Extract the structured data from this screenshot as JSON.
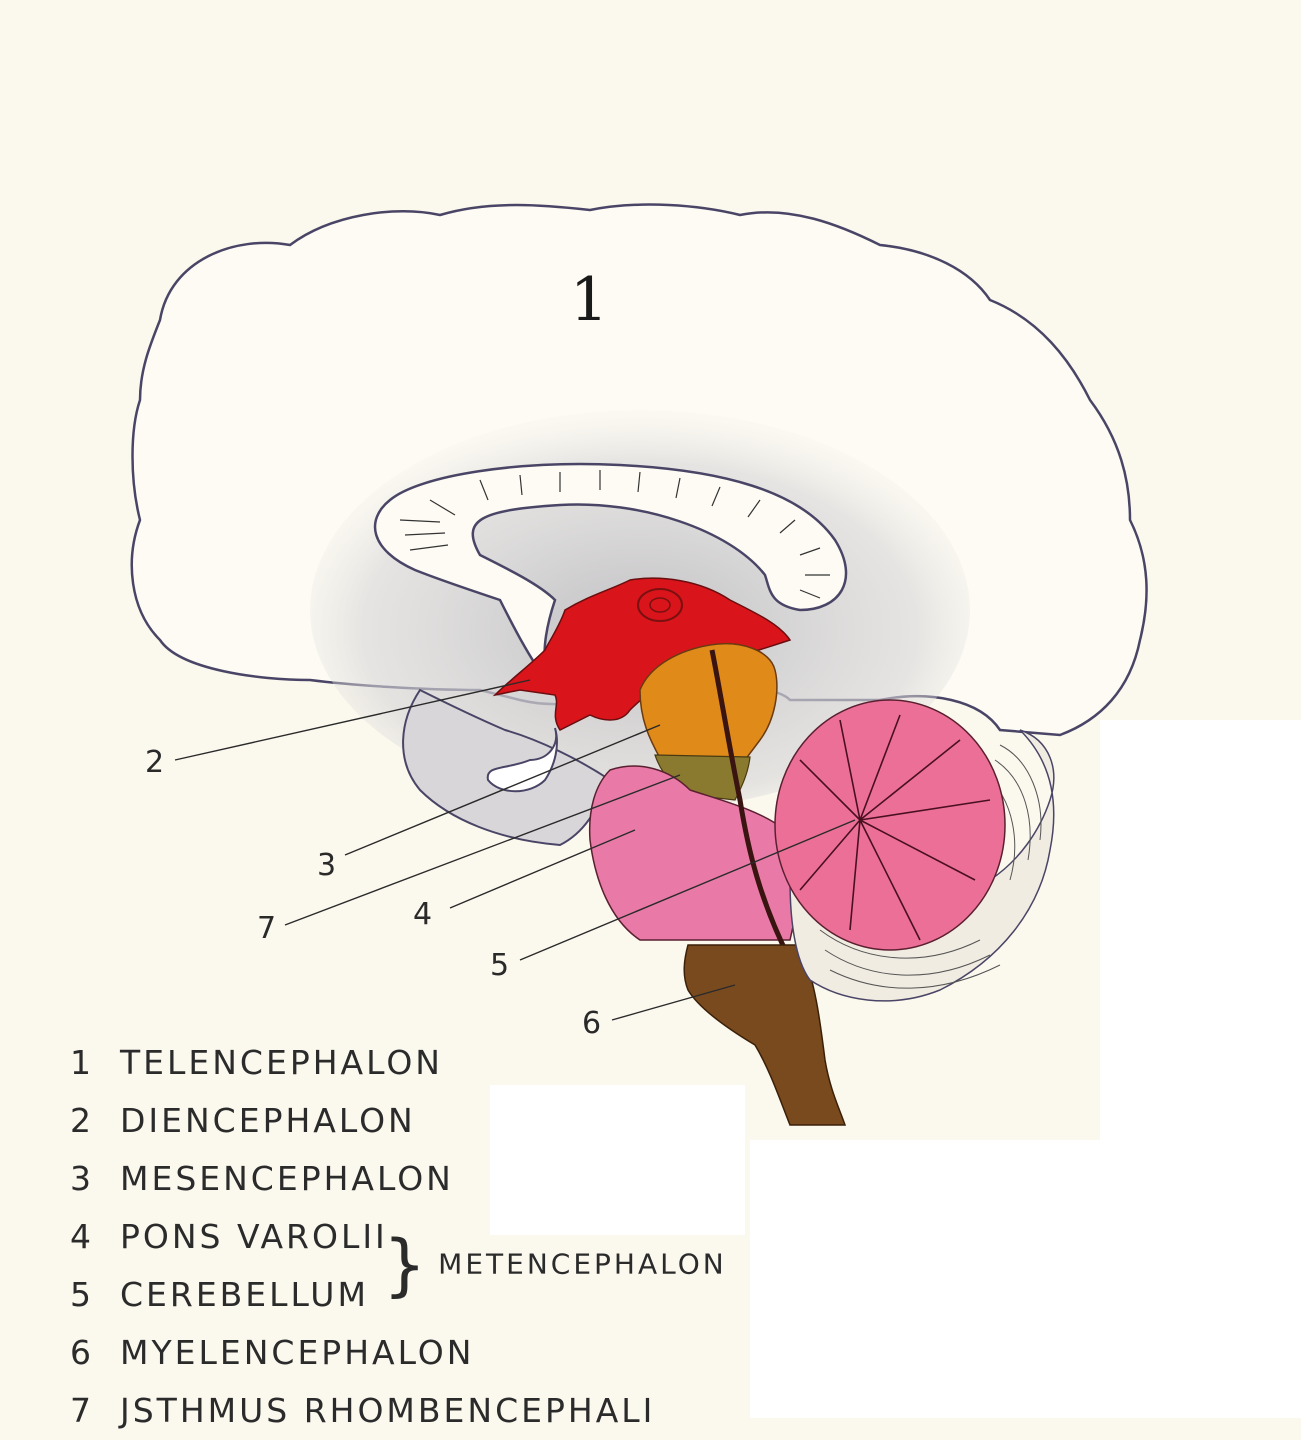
{
  "diagram": {
    "region_numbers": {
      "telencephalon": "1"
    },
    "callouts": [
      {
        "key": "diencephalon",
        "number": "2"
      },
      {
        "key": "mesencephalon",
        "number": "3"
      },
      {
        "key": "isthmus",
        "number": "7"
      },
      {
        "key": "pons",
        "number": "4"
      },
      {
        "key": "cerebellum",
        "number": "5"
      },
      {
        "key": "myelencephalon",
        "number": "6"
      }
    ],
    "colors": {
      "paper": "#fbf8ee",
      "outline": "#4a4566",
      "diencephalon": "#d9141a",
      "mesencephalon": "#e08a1a",
      "isthmus": "#8a7a30",
      "pons": "#e97aa8",
      "cerebellum": "#ec6f98",
      "myelencephalon": "#7a4a1f",
      "shading": "#c7c5c8"
    }
  },
  "legend": {
    "items": [
      {
        "number": "1",
        "label": "TELENCEPHALON"
      },
      {
        "number": "2",
        "label": "DIENCEPHALON"
      },
      {
        "number": "3",
        "label": "MESENCEPHALON"
      },
      {
        "number": "4",
        "label": "PONS VAROLII"
      },
      {
        "number": "5",
        "label": "CEREBELLUM"
      },
      {
        "number": "6",
        "label": "MYELENCEPHALON"
      },
      {
        "number": "7",
        "label": "JSTHMUS RHOMBENCEPHALI"
      }
    ],
    "group_label": "METENCEPHALON"
  }
}
